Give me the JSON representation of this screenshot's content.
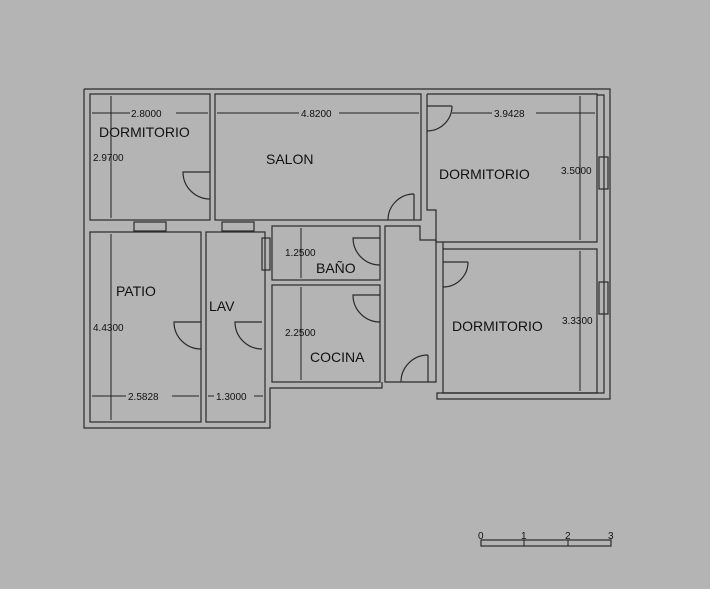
{
  "rooms": {
    "dorm1": "DORMITORIO",
    "salon": "SALON",
    "dorm2": "DORMITORIO",
    "dorm3": "DORMITORIO",
    "patio": "PATIO",
    "lav": "LAV",
    "bano": "BAÑO",
    "cocina": "COCINA"
  },
  "dimensions": {
    "dorm1_w": "2.8000",
    "dorm1_h": "2.9700",
    "salon_w": "4.8200",
    "dorm2_w": "3.9428",
    "dorm2_h": "3.5000",
    "dorm3_h": "3.3300",
    "patio_h": "4.4300",
    "patio_w": "2.5828",
    "lav_w": "1.3000",
    "bano_h": "1.2500",
    "cocina_h": "2.2500"
  },
  "scale_bar": {
    "labels": [
      "0",
      "1",
      "2",
      "3"
    ]
  }
}
